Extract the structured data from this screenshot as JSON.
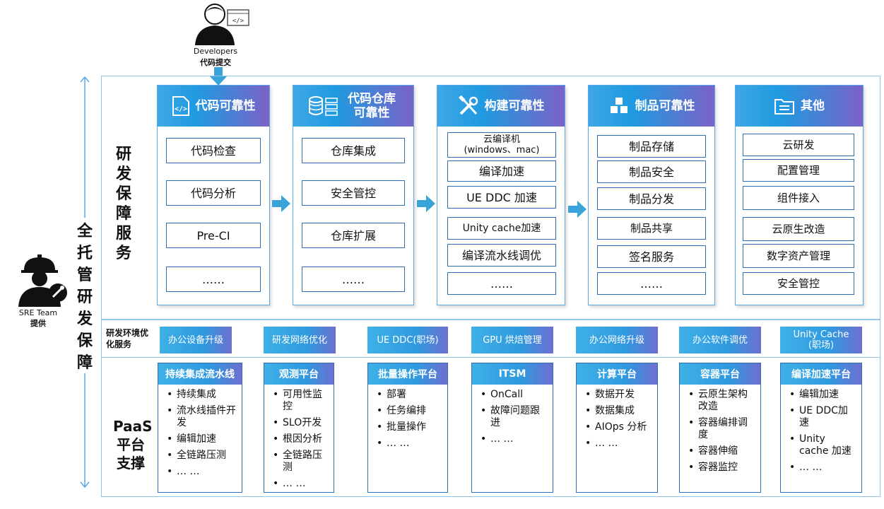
{
  "developer": {
    "label_en": "Developers",
    "label_zh": "代码提交"
  },
  "sre": {
    "label_en": "SRE Team",
    "label_zh": "提供"
  },
  "side_title": "全托管研发保障",
  "sections": {
    "rd_assurance": "研发保障服务",
    "env": "研发环境优化服务",
    "paas": "PaaS平台支撑"
  },
  "columns": [
    {
      "title": "代码可靠性",
      "icon": "code-file-icon",
      "items": [
        "代码检查",
        "代码分析",
        "Pre-CI",
        "……"
      ]
    },
    {
      "title": "代码仓库可靠性",
      "icon": "database-icon",
      "items": [
        "仓库集成",
        "安全管控",
        "仓库扩展",
        "……"
      ]
    },
    {
      "title": "构建可靠性",
      "icon": "tools-icon",
      "items": [
        "云编译机\n(windows、mac)",
        "编译加速",
        "UE DDC 加速",
        "Unity cache加速",
        "编译流水线调优",
        "……"
      ]
    },
    {
      "title": "制品可靠性",
      "icon": "cubes-icon",
      "items": [
        "制品存储",
        "制品安全",
        "制品分发",
        "制品共享",
        "签名服务",
        "……"
      ]
    },
    {
      "title": "其他",
      "icon": "folder-icon",
      "items": [
        "云研发",
        "配置管理",
        "组件接入",
        "云原生改造",
        "数字资产管理",
        "安全管控"
      ]
    }
  ],
  "env_items": [
    "办公设备升级",
    "研发网络优化",
    "UE DDC(职场)",
    "GPU 烘焙管理",
    "办公网络升级",
    "办公软件调优",
    "Unity Cache\n(职场)"
  ],
  "paas": [
    {
      "title": "持续集成流水线",
      "items": [
        "持续集成",
        "流水线插件开发",
        "编辑加速",
        "全链路压测",
        "… …"
      ]
    },
    {
      "title": "观测平台",
      "items": [
        "可用性监控",
        "SLO开发",
        "根因分析",
        "全链路压测",
        "… …"
      ]
    },
    {
      "title": "批量操作平台",
      "items": [
        "部署",
        "任务编排",
        "批量操作",
        "… …"
      ]
    },
    {
      "title": "ITSM",
      "items": [
        "OnCall",
        "故障问题跟进",
        "… …"
      ]
    },
    {
      "title": "计算平台",
      "items": [
        "数据开发",
        "数据集成",
        "AIOps 分析",
        "… …"
      ]
    },
    {
      "title": "容器平台",
      "items": [
        "云原生架构改造",
        "容器编排调度",
        "容器伸缩",
        "容器监控"
      ]
    },
    {
      "title": "编译加速平台",
      "items": [
        "编辑加速",
        "UE DDC加速",
        "Unity cache 加速",
        "… …"
      ]
    }
  ],
  "colors": {
    "accent_blue": "#1f9ae0",
    "accent_purple": "#7b62c7",
    "border": "#2f6fb8",
    "arrow": "#3aa3d8"
  }
}
